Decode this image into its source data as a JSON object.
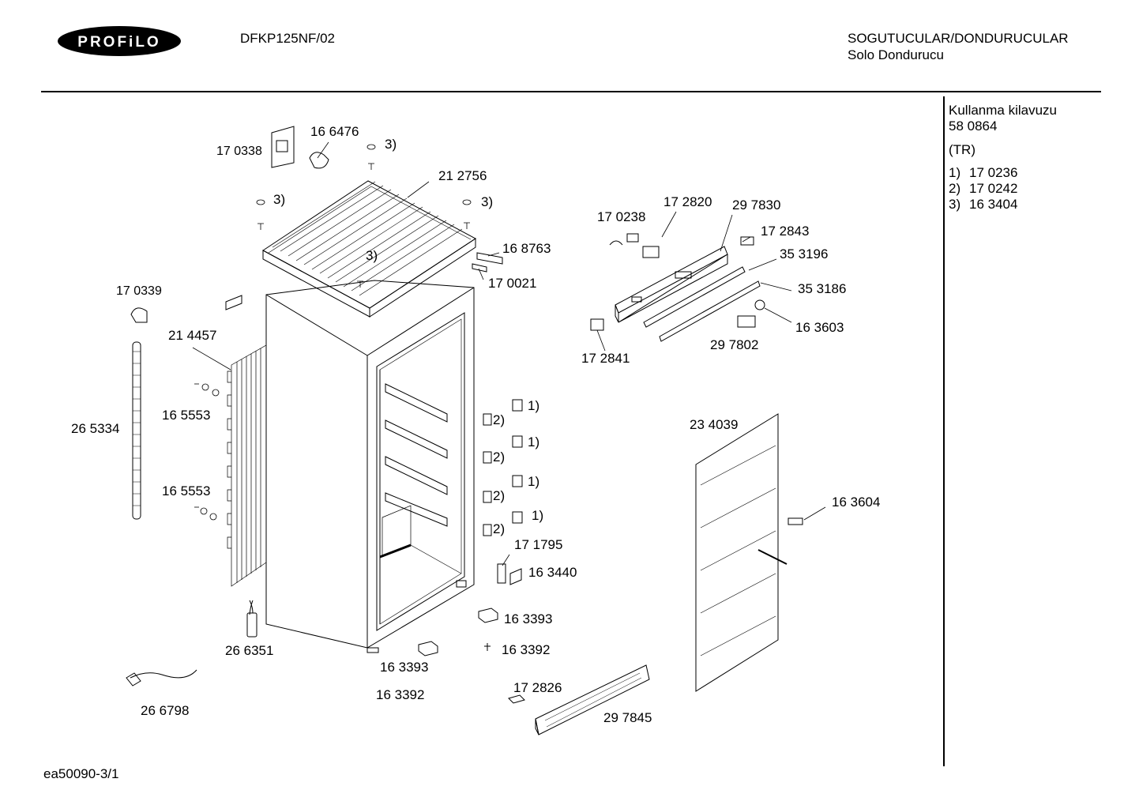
{
  "header": {
    "brand": "PROFiLO",
    "model": "DFKP125NF/02",
    "category": "SOGUTUCULAR/DONDURUCULAR",
    "subcategory": "Solo Dondurucu"
  },
  "side_panel": {
    "manual_label": "Kullanma kilavuzu",
    "manual_number": "58 0864",
    "language": "(TR)",
    "footnotes": [
      {
        "marker": "1)",
        "part": "17 0236"
      },
      {
        "marker": "2)",
        "part": "17 0242"
      },
      {
        "marker": "3)",
        "part": "16 3404"
      }
    ]
  },
  "footer": {
    "doc_id": "ea50090-3/1"
  },
  "part_labels": {
    "p170338": "17 0338",
    "p166476": "16 6476",
    "fn3a": "3)",
    "p212756": "21 2756",
    "fn3b": "3)",
    "fn3c": "3)",
    "fn3d": "3)",
    "p168763": "16 8763",
    "p170021": "17 0021",
    "p170339": "17 0339",
    "p214457": "21 4457",
    "p165553a": "16 5553",
    "p265334": "26 5334",
    "p165553b": "16 5553",
    "p266351": "26 6351",
    "p266798": "26 6798",
    "p163393a": "16 3393",
    "p163392a": "16 3392",
    "p163393b": "16 3393",
    "p163392b": "16 3392",
    "p172826": "17 2826",
    "p297845": "29 7845",
    "p171795": "17 1795",
    "p163440": "16 3440",
    "fn1a": "1)",
    "fn1b": "1)",
    "fn1c": "1)",
    "fn1d": "1)",
    "fn2a": "2)",
    "fn2b": "2)",
    "fn2c": "2)",
    "fn2d": "2)",
    "p170238": "17 0238",
    "p172820": "17 2820",
    "p297830": "29 7830",
    "p172843": "17 2843",
    "p353196": "35 3196",
    "p353186": "35 3186",
    "p163603": "16 3603",
    "p297802": "29 7802",
    "p172841": "17 2841",
    "p234039": "23 4039",
    "p163604": "16 3604"
  }
}
